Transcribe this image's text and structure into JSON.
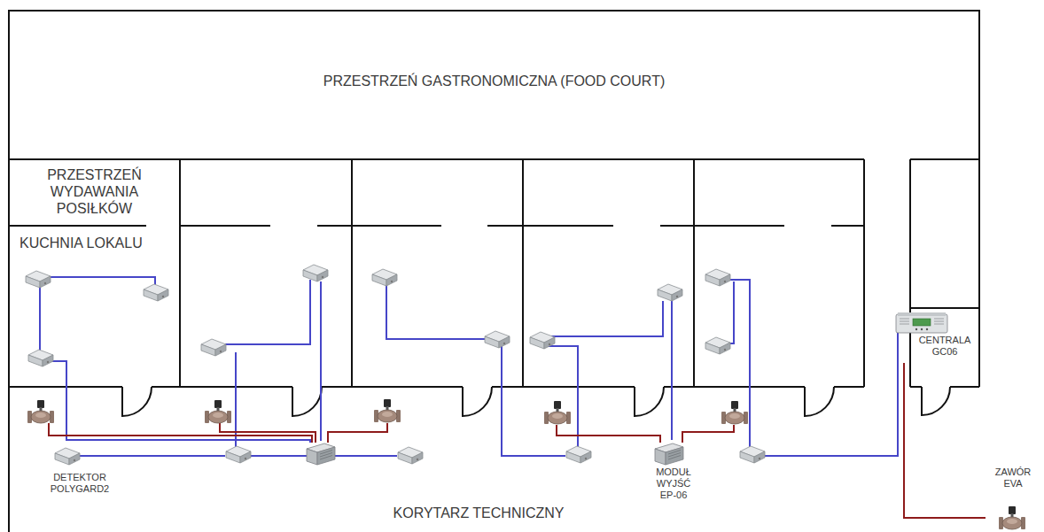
{
  "diagram": {
    "nodes": [
      {
        "text": [
          "PRZESTRZEŃ GASTRONOMICZNA (FOOD COURT)"
        ]
      },
      {
        "text": [
          "PRZESTRZEŃ WYDAWANIA POSIŁKÓW"
        ]
      },
      {
        "text": [
          "KUCHNIA LOKALU"
        ]
      },
      {
        "text": [
          "KORYTARZ TECHNICZNY"
        ]
      },
      {
        "text": [
          "DETEKTOR POLYGARD2"
        ],
        "in": 3
      },
      {
        "text": [
          "MODUŁ WYJŚĆ EP-06"
        ],
        "in": 3
      },
      {
        "text": [
          "CENTRALA GC06"
        ]
      },
      {
        "text": [
          "ZAWÓR EVA"
        ]
      }
    ],
    "edges": [
      {
        "from": 6,
        "to": 7,
        "arrow": "none"
      }
    ]
  }
}
